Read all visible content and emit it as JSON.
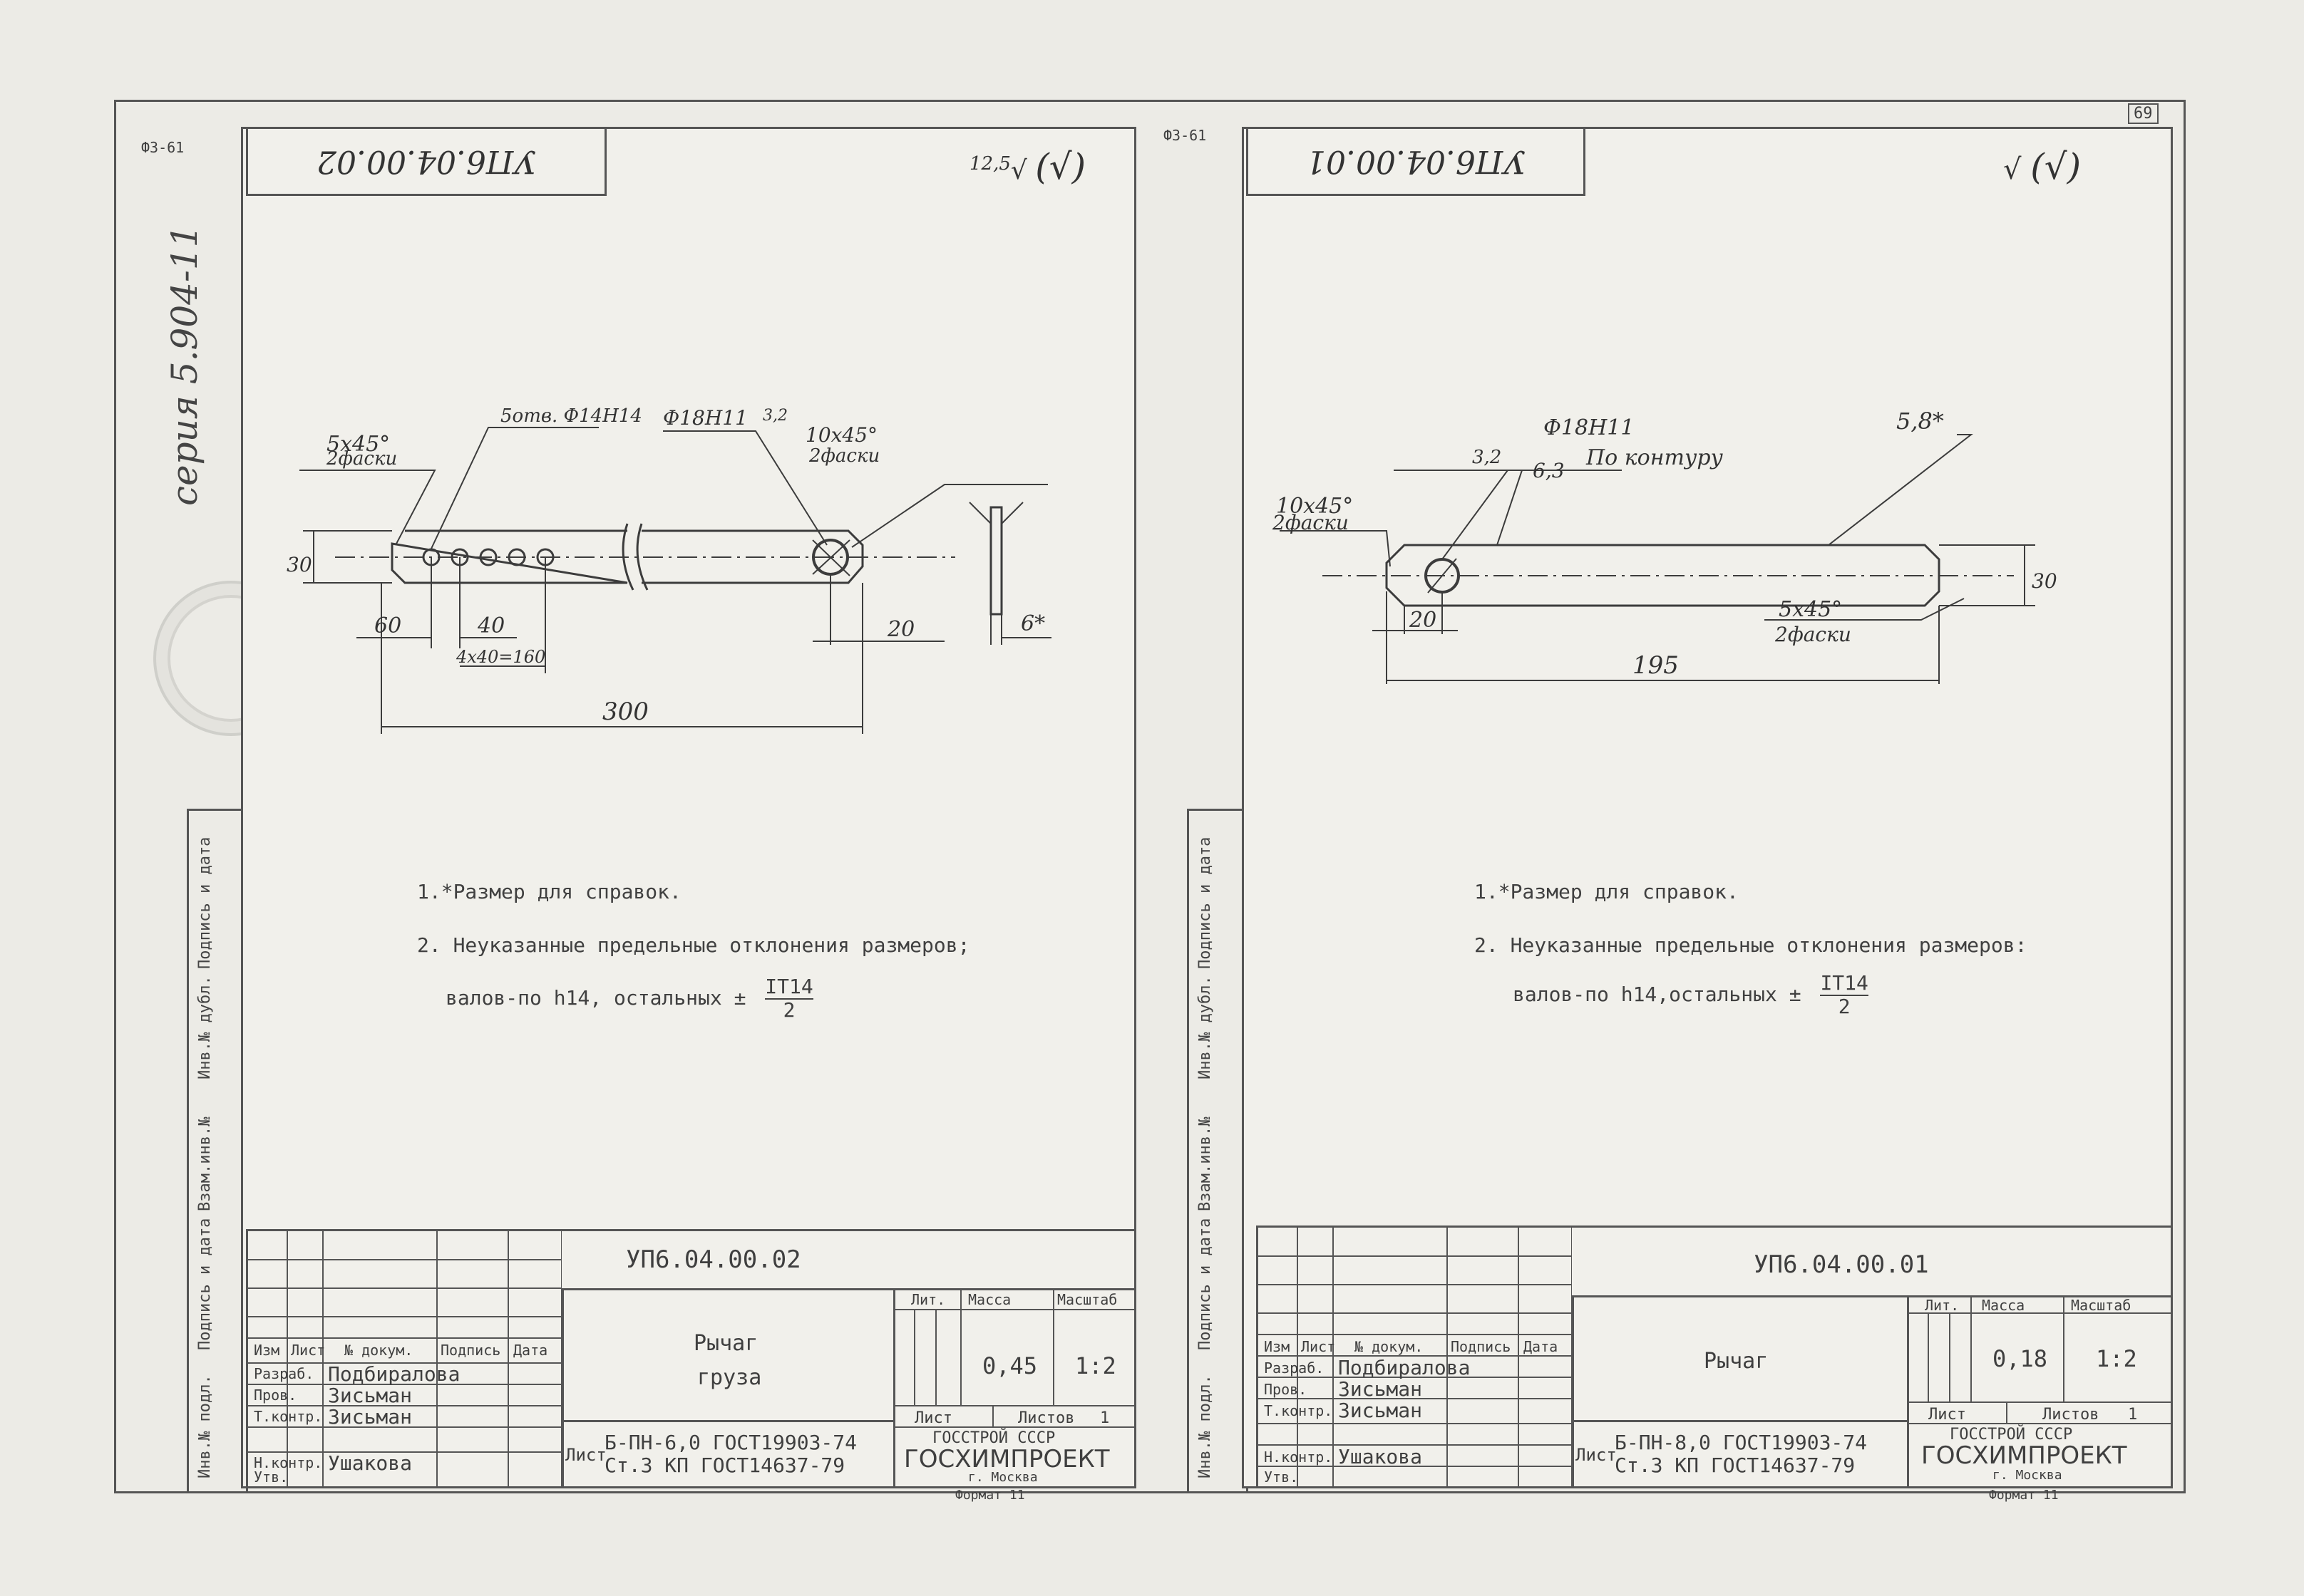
{
  "meta": {
    "format_label": "Формат 11"
  },
  "series_stamp": "серия 5.904-11",
  "side_labels": {
    "sign_date": "Подпись и дата",
    "inv_dub": "Инв.№ дубл.",
    "vzam_inv": "Взам.инв.№",
    "inv_orig": "Инв.№ подл."
  },
  "sheet_left": {
    "corner_code": "Ф3-61",
    "header_code": "УП6.04.00.02",
    "roughness": "12,5",
    "roughness_extra": "(√)",
    "dims": {
      "chamfer_left": "5x45°",
      "chamfer_left_sub": "2фаски",
      "holes": "5отв. Ф14Н14",
      "bore": "Ф18Н11",
      "bore_rough": "3,2",
      "chamfer_right": "10x45°",
      "chamfer_right_sub": "2фаски",
      "height": "30",
      "d60": "60",
      "d40": "40",
      "pitch": "4x40=160",
      "d20": "20",
      "thick": "6*",
      "length": "300"
    },
    "notes": {
      "n1": "1.*Размер для справок.",
      "n2": "2. Неуказанные предельные отклонения размеров;",
      "n3": "валов-по h14, остальных ±",
      "frac_top": "IT14",
      "frac_bot": "2"
    },
    "title_block": {
      "code": "УП6.04.00.02",
      "name1": "Рычаг",
      "name2": "груза",
      "hdr_izm": "Изм",
      "hdr_list": "Лист",
      "hdr_doc": "№ докум.",
      "hdr_sign": "Подпись",
      "hdr_date": "Дата",
      "role_razrab": "Разраб.",
      "role_prov": "Пров.",
      "role_tkontr": "Т.контр.",
      "role_nkontr": "Н.контр.",
      "role_utv": "Утв.",
      "name_razrab": "Подбиралова",
      "name_prov": "Зисьман",
      "name_tkontr": "Зисьман",
      "name_nkontr": "Ушакова",
      "lit": "Лит.",
      "massa": "Масса",
      "masshtab": "Масштаб",
      "mass_val": "0,45",
      "scale_val": "1:2",
      "list": "Лист",
      "listov": "Листов",
      "listov_val": "1",
      "material_prefix": "Лист",
      "material1": "Б-ПН-6,0 ГОСТ19903-74",
      "material2": "Ст.3 КП ГОСТ14637-79",
      "org1": "ГОССТРОЙ СССР",
      "org2": "ГОСХИМПРОЕКТ",
      "org3": "г. Москва",
      "format": "Формат 11"
    }
  },
  "sheet_right": {
    "corner_code": "Ф3-61",
    "page_num": "69",
    "header_code": "УП6.04.00.01",
    "roughness_extra": "(√)",
    "dims": {
      "bore": "Ф18Н11",
      "bore_rough": "3,2",
      "contour_rough": "6,3",
      "contour": "По контуру",
      "thick": "5,8*",
      "chamfer_left": "10x45°",
      "chamfer_left_sub": "2фаски",
      "height": "30",
      "d20": "20",
      "chamfer_right": "5x45°",
      "chamfer_right_sub": "2фаски",
      "length": "195"
    },
    "notes": {
      "n1": "1.*Размер для справок.",
      "n2": "2. Неуказанные предельные отклонения размеров:",
      "n3": "валов-по h14,остальных ±",
      "frac_top": "IT14",
      "frac_bot": "2"
    },
    "title_block": {
      "code": "УП6.04.00.01",
      "name1": "Рычаг",
      "hdr_izm": "Изм",
      "hdr_list": "Лист",
      "hdr_doc": "№ докум.",
      "hdr_sign": "Подпись",
      "hdr_date": "Дата",
      "role_razrab": "Разраб.",
      "role_prov": "Пров.",
      "role_tkontr": "Т.контр.",
      "role_nkontr": "Н.контр.",
      "role_utv": "Утв.",
      "name_razrab": "Подбиралова",
      "name_prov": "Зисьман",
      "name_tkontr": "Зисьман",
      "name_nkontr": "Ушакова",
      "lit": "Лит.",
      "massa": "Масса",
      "masshtab": "Масштаб",
      "mass_val": "0,18",
      "scale_val": "1:2",
      "list": "Лист",
      "listov": "Листов",
      "listov_val": "1",
      "material_prefix": "Лист",
      "material1": "Б-ПН-8,0 ГОСТ19903-74",
      "material2": "Ст.3 КП ГОСТ14637-79",
      "org1": "ГОССТРОЙ СССР",
      "org2": "ГОСХИМПРОЕКТ",
      "org3": "г. Москва",
      "format": "Формат 11"
    }
  }
}
